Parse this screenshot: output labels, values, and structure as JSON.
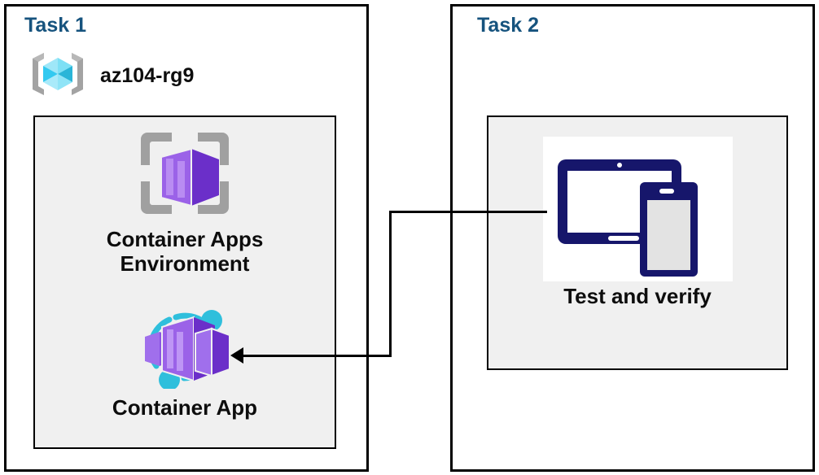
{
  "diagram": {
    "type": "architecture-diagram",
    "background": "#ffffff",
    "accent_blue": "#16537E",
    "panel_gray": "#F0F0F0",
    "border_black": "#000000",
    "connector": {
      "from": "Test and verify",
      "to": "Container App",
      "style": "orthogonal-arrow",
      "arrow_direction": "left"
    }
  },
  "task1": {
    "title": "Task 1",
    "resource_group": {
      "icon": "azure-resource-group-icon",
      "label": "az104-rg9"
    },
    "nodes": [
      {
        "id": "container-apps-environment",
        "icon": "container-apps-environment-icon",
        "label": "Container Apps\nEnvironment"
      },
      {
        "id": "container-app",
        "icon": "container-app-icon",
        "label": "Container App"
      }
    ]
  },
  "task2": {
    "title": "Task 2",
    "nodes": [
      {
        "id": "test-and-verify",
        "icon": "devices-tablet-phone-icon",
        "label": "Test and verify"
      }
    ]
  }
}
